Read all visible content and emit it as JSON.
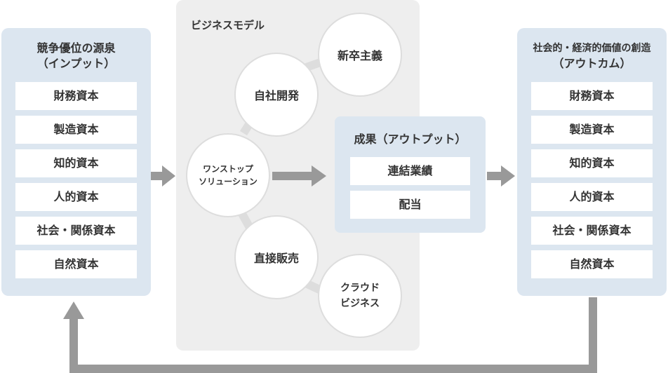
{
  "input_panel": {
    "title_line1": "競争優位の源泉",
    "title_line2": "（インプット）",
    "items": [
      "財務資本",
      "製造資本",
      "知的資本",
      "人的資本",
      "社会・関係資本",
      "自然資本"
    ]
  },
  "business_model": {
    "title": "ビジネスモデル",
    "center_line1": "ワンストップ",
    "center_line2": "ソリューション",
    "in_house": "自社開発",
    "new_grad": "新卒主義",
    "direct_sales": "直接販売",
    "cloud_line1": "クラウド",
    "cloud_line2": "ビジネス"
  },
  "output_panel": {
    "title": "成果（アウトプット）",
    "items": [
      "連結業績",
      "配当"
    ]
  },
  "outcome_panel": {
    "title_line1": "社会的・経済的価値の創造",
    "title_line2": "（アウトカム）",
    "items": [
      "財務資本",
      "製造資本",
      "知的資本",
      "人的資本",
      "社会・関係資本",
      "自然資本"
    ]
  },
  "colors": {
    "panel": "#dce6f0",
    "model_bg": "#eeeeee",
    "arrow": "#999999",
    "connector": "#dddddd"
  }
}
